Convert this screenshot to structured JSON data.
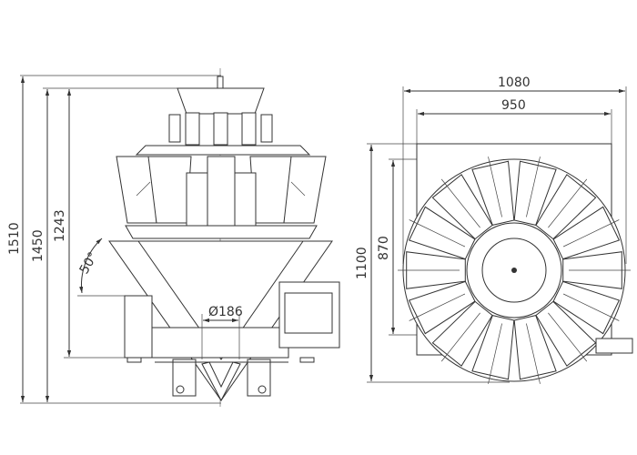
{
  "front_view": {
    "dim_total_height": "1510",
    "dim_height_2": "1450",
    "dim_discharge_height": "1243",
    "dim_angle": "50°",
    "dim_diameter": "Ø186"
  },
  "top_view": {
    "dim_overall_width": "1080",
    "dim_frame_width": "950",
    "dim_overall_depth": "1100",
    "dim_frame_depth": "870"
  }
}
